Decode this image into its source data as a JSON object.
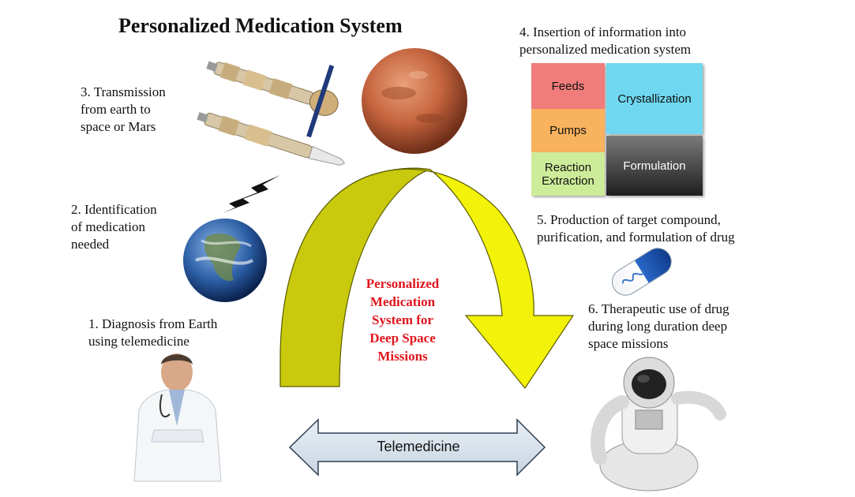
{
  "title": "Personalized Medication System",
  "steps": {
    "diagnosis": [
      "1. Diagnosis from Earth",
      "using telemedicine"
    ],
    "identification": [
      "2. Identification",
      "of medication",
      "needed"
    ],
    "transmission": [
      "3. Transmission",
      "from earth to",
      "space or Mars"
    ],
    "insertion": [
      "4. Insertion of information into",
      "personalized medication system"
    ],
    "production": [
      "5. Production of target compound,",
      "purification, and formulation of drug"
    ],
    "therapeutic": [
      "6. Therapeutic use of drug",
      "during long duration deep",
      "space missions"
    ]
  },
  "center_label": [
    "Personalized",
    "Medication",
    "System for",
    "Deep Space",
    "Missions"
  ],
  "process_boxes": {
    "feeds": "Feeds",
    "pumps": "Pumps",
    "reaction_extraction": [
      "Reaction",
      "Extraction"
    ],
    "crystallization": "Crystallization",
    "formulation": "Formulation"
  },
  "telemedicine_label": "Telemedicine",
  "colors": {
    "center_text": "#e0141c",
    "arrow_yellow": "#f2f20a",
    "arrow_olive": "#c9c90e",
    "feeds": "#f07c7c",
    "pumps": "#f9b25e",
    "reaction": "#cdec9a",
    "crystallization": "#6fd8f0",
    "formulation": "#4a4a4a",
    "telemedicine_arrow": "#d9e4ee"
  },
  "icons": [
    "doctor-image",
    "earth-image",
    "lightning-icon",
    "spacecraft-image",
    "mars-image",
    "capsule-icon",
    "astronaut-image"
  ]
}
